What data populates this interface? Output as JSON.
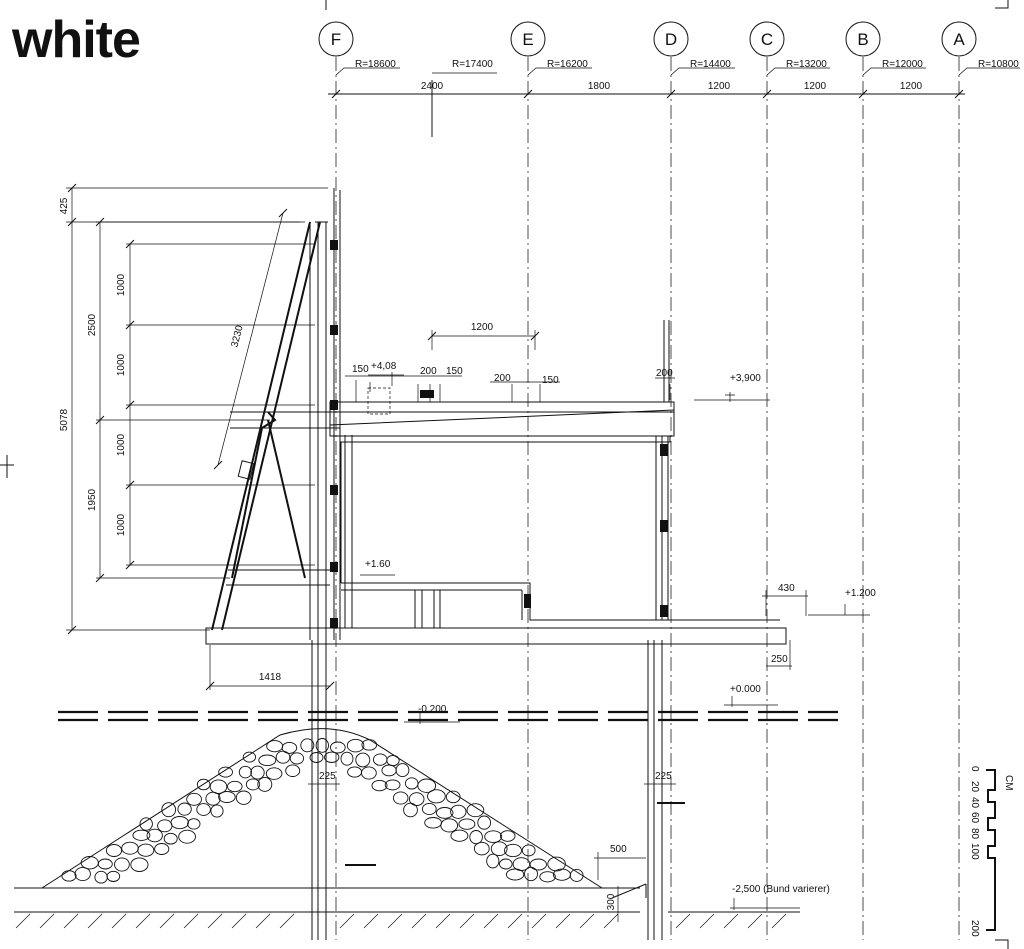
{
  "logo": {
    "text": "white"
  },
  "grid": {
    "axes": [
      {
        "letter": "F",
        "radius": "R=18600"
      },
      {
        "letter": "E",
        "radius": "R=17400"
      },
      {
        "letter": "D",
        "radius": "R=16200"
      },
      {
        "letter": "C",
        "radius": "R=14400"
      },
      {
        "letter": "B",
        "radius": "R=13200"
      },
      {
        "letter": "A",
        "radius": "R=12000"
      }
    ],
    "extra_radius": "R=10800",
    "spacings": [
      "2400",
      "1800",
      "1200",
      "1200",
      "1200"
    ]
  },
  "dims": {
    "left": {
      "d425": "425",
      "d2500": "2500",
      "d5078": "5078",
      "d3230": "3230",
      "d1950": "1950",
      "d1000a": "1000",
      "d1000b": "1000",
      "d1000c": "1000",
      "d1000d": "1000",
      "d1418": "1418"
    },
    "upper": {
      "d1200": "1200",
      "d150a": "150",
      "d200a": "200",
      "d150b": "150",
      "d200b": "200",
      "d150c": "150",
      "d200c": "200",
      "lvl408": "+4,08"
    },
    "lower": {
      "d430": "430",
      "d250": "250",
      "d225a": "225",
      "d225b": "225",
      "d500": "500",
      "d300": "300"
    }
  },
  "levels": {
    "l3900": "+3,900",
    "l160": "+1.60",
    "l1200": "+1.200",
    "l0000": "+0.000",
    "l_0200": "-0.200",
    "l_2500": "-2,500 (Bund varierer)"
  },
  "scale": {
    "unit": "CM",
    "ticks": [
      "0",
      "20",
      "40",
      "60",
      "80",
      "100",
      "200"
    ]
  }
}
